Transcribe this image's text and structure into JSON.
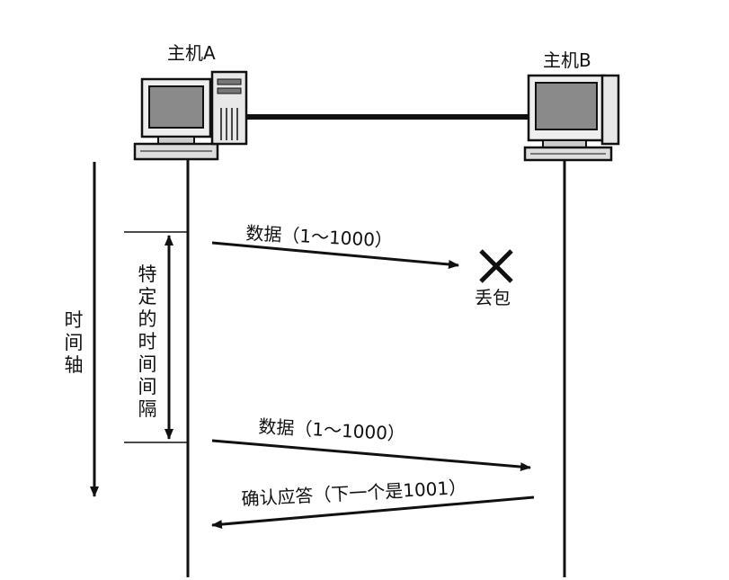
{
  "hosts": {
    "a": {
      "label": "主机A"
    },
    "b": {
      "label": "主机B"
    }
  },
  "axis": {
    "time_axis_label": "时间轴"
  },
  "interval": {
    "label": "特定的时间间隔"
  },
  "messages": [
    {
      "label": "数据（1～1000）",
      "direction": "A→B",
      "lost": true
    },
    {
      "label": "数据（1～1000）",
      "direction": "A→B",
      "lost": false
    },
    {
      "label": "确认应答（下一个是1001）",
      "direction": "B→A",
      "lost": false
    }
  ],
  "loss": {
    "label": "丢包",
    "icon": "x-mark-icon"
  }
}
